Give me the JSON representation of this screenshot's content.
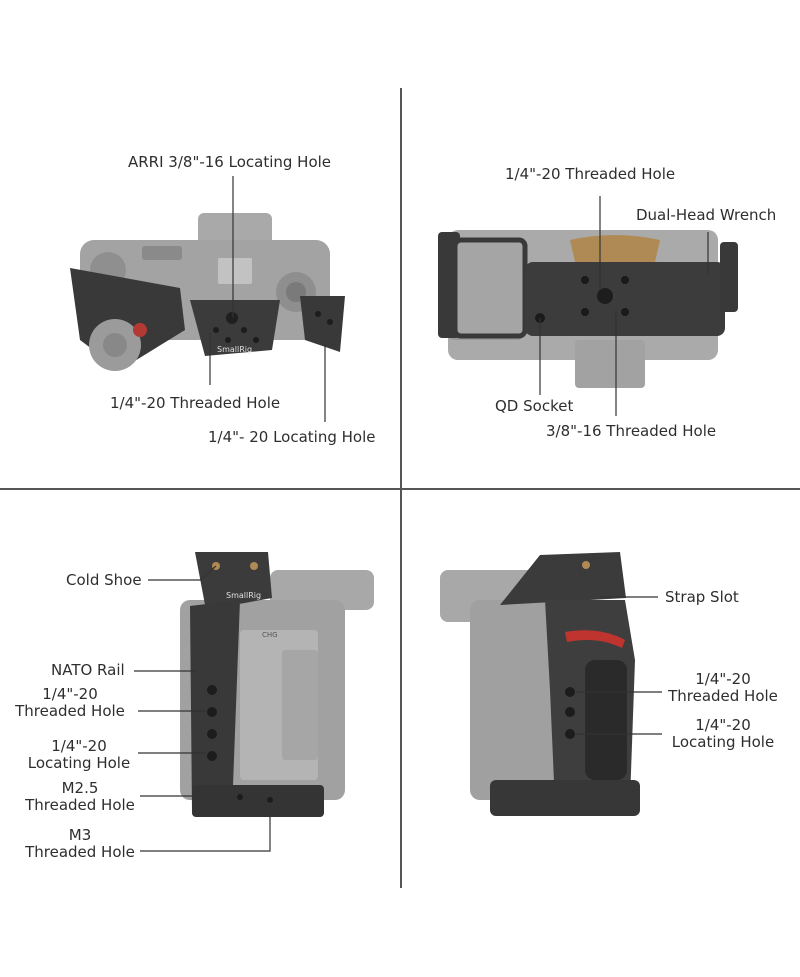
{
  "panels": {
    "top_view": {
      "labels": {
        "arri_hole": "ARRI 3/8\"-16 Locating Hole",
        "threaded_hole": "1/4\"-20 Threaded Hole",
        "locating_hole": "1/4\"- 20 Locating Hole"
      },
      "brand": "SmallRig"
    },
    "bottom_view": {
      "labels": {
        "threaded_hole": "1/4\"-20 Threaded Hole",
        "wrench": "Dual-Head Wrench",
        "qd_socket": "QD Socket",
        "threaded_38": "3/8\"-16 Threaded Hole"
      }
    },
    "left_view": {
      "labels": {
        "cold_shoe": "Cold Shoe",
        "nato_rail": "NATO Rail",
        "threaded_l1": "1/4\"-20",
        "threaded_l2": "Threaded Hole",
        "locating_l1": "1/4\"-20",
        "locating_l2": "Locating Hole",
        "m25_l1": "M2.5",
        "m25_l2": "Threaded Hole",
        "m3_l1": "M3",
        "m3_l2": "Threaded Hole"
      },
      "brand": "SmallRig",
      "chg": "CHG"
    },
    "right_view": {
      "labels": {
        "strap_slot": "Strap Slot",
        "threaded_l1": "1/4\"-20",
        "threaded_l2": "Threaded Hole",
        "locating_l1": "1/4\"-20",
        "locating_l2": "Locating Hole"
      }
    }
  },
  "colors": {
    "camera_body": "#9e9e9e",
    "cage_metal": "#3b3a3a",
    "leader_line": "#333333",
    "accent_red": "#c0342f",
    "brass": "#b08a55"
  }
}
